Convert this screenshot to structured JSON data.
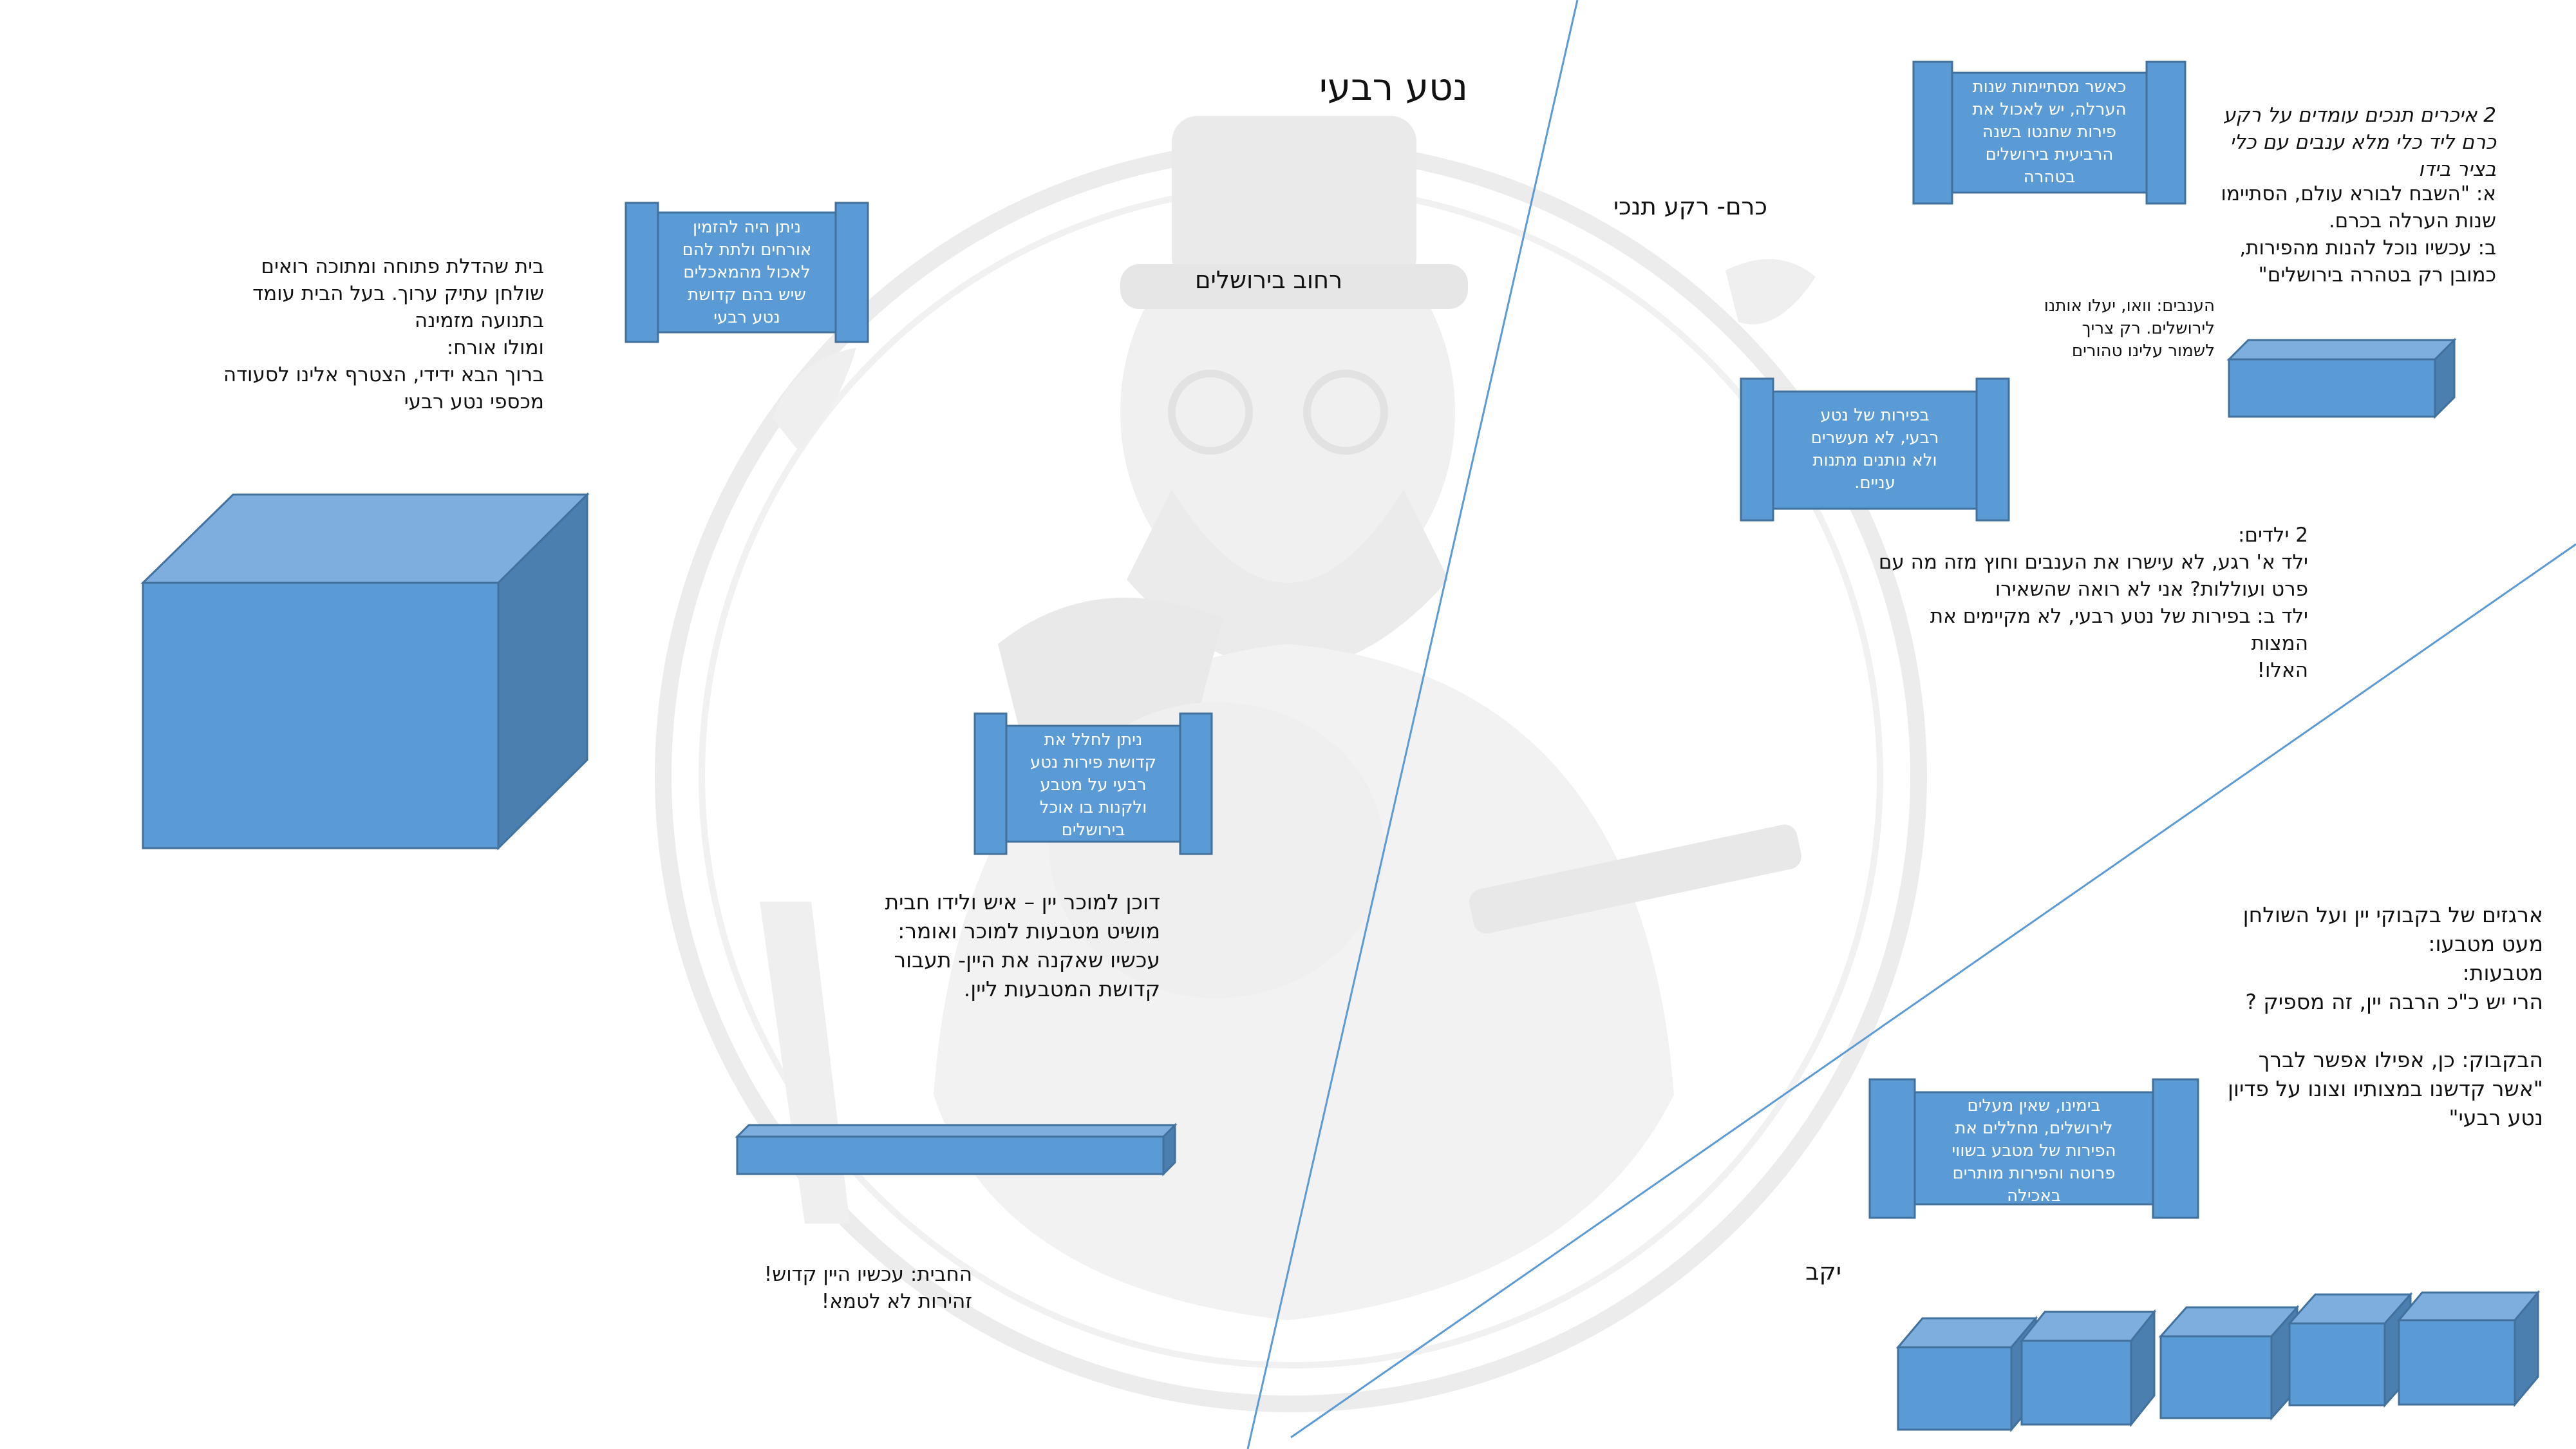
{
  "title": "נטע רבעי",
  "colors": {
    "box_front": "#5b9bd5",
    "box_top": "#7eaedd",
    "box_side": "#4a7fb0",
    "box_edge": "#41719c",
    "line": "#5b9bd5",
    "watermark": "#e8e8e8"
  },
  "scenes": {
    "street": {
      "label": "רחוב בירושלים",
      "house_text": "בית שהדלת פתוחה ומתוכה רואים\nשולחן עתיק ערוך. בעל הבית עומד\nבתנועה מזמינה\nומולו אורח:\nברוך הבא ידידי, הצטרף אלינו לסעודה\nמכספי נטע רבעי",
      "scroll_invite": "ניתן היה להזמין\nאורחים ולתת להם\nלאכול מהמאכלים\nשיש בהם קדושת\nנטע רבעי",
      "scroll_redeem": "ניתן לחלל את\nקדושת פירות נטע\nרבעי על מטבע\nולקנות בו אוכל\nבירושלים",
      "stall_text": "דוכן למוכר יין – איש ולידו חבית\nמושיט מטבעות למוכר ואומר:\nעכשיו שאקנה את היין- תעבור\nקדושת המטבעות ליין.",
      "barrel_text": "החבית: עכשיו היין קדוש!\nזהירות לא לטמא!"
    },
    "vineyard": {
      "label": "כרם- רקע תנכי",
      "scroll_orla": "כאשר מסתיימות שנות\nהערלה, יש לאכול את\nפירות שחנטו בשנה\nהרביעית בירושלים\nבטהרה",
      "farmers_intro": "2 איכרים  תנכים עומדים על רקע\nכרם ליד כלי מלא ענבים עם כלי\nבציר בידו",
      "farmers_dialog": "א: \"השבח לבורא עולם, הסתיימו\nשנות הערלה בכרם.\nב: עכשיו נוכל להנות מהפירות,\nכמובן רק בטהרה בירושלים\"",
      "grapes_text": "הענבים: וואו, יעלו אותנו\nלירושלים. רק צריך\nלשמור עלינו טהורים",
      "scroll_tithes": "בפירות של נטע\nרבעי, לא מעשרים\nולא נותנים מתנות\nעניים.",
      "children_text": "2 ילדים:\nילד א' רגע, לא עישרו את הענבים וחוץ מזה מה עם\nפרט ועוללות? אני לא רואה שהשאירו\nילד ב: בפירות של נטע רבעי, לא מקיימים את המצות\nהאלו!"
    },
    "winery": {
      "label": "יקב",
      "crates_text": "ארגזים של בקבוקי יין ועל השולחן\nמעט מטבעו:\nמטבעות:\nהרי יש כ\"כ הרבה יין, זה מספיק ?\n\nהבקבוק: כן, אפילו אפשר לברך\n\"אשר קדשנו במצותיו וצונו על פדיון\nנטע רבעי\"",
      "scroll_today": "בימינו, שאין מעלים\nלירושלים, מחללים את\nהפירות של מטבע בשווי\nפרוטה והפירות מותרים\nבאכילה"
    }
  }
}
